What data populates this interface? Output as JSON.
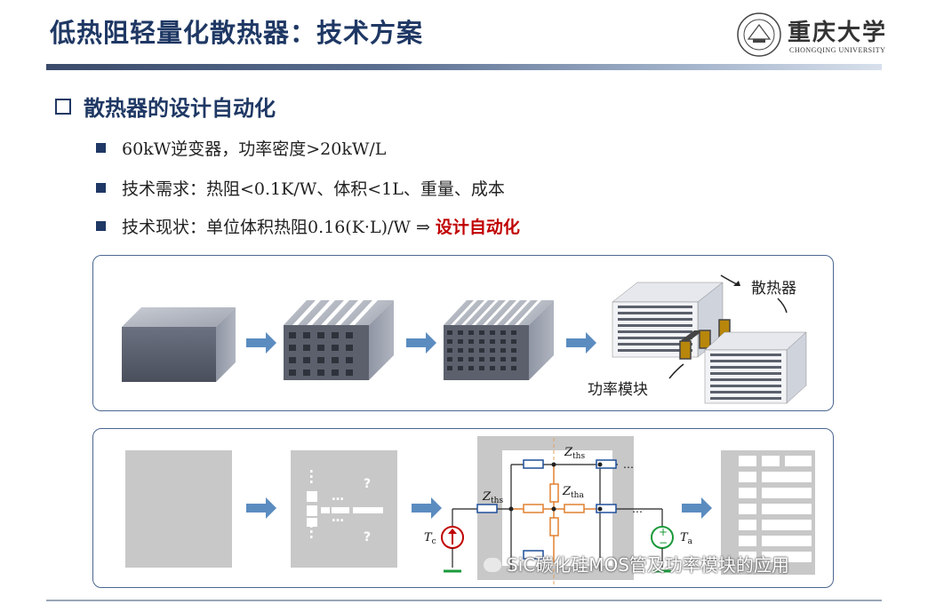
{
  "header": {
    "title": "低热阻轻量化散热器：技术方案",
    "logo_cn": "重庆大学",
    "logo_en": "CHONGQING UNIVERSITY"
  },
  "section": {
    "title": "散热器的设计自动化",
    "bullets": [
      {
        "text": "60kW逆变器，功率密度>20kW/L"
      },
      {
        "text": "技术需求：热阻<0.1K/W、体积<1L、重量、成本"
      },
      {
        "text": "技术现状：单位体积热阻0.16(K·L)/W ⇒ ",
        "highlight": "设计自动化"
      }
    ]
  },
  "panel1": {
    "label_heatsink": "散热器",
    "label_module": "功率模块"
  },
  "panel2": {
    "dots": "…",
    "question": "?",
    "z_ths": "Z",
    "z_ths_sub": "ths",
    "z_tha": "Z",
    "z_tha_sub": "tha",
    "tc": "T",
    "tc_sub": "c",
    "ta": "T",
    "ta_sub": "a",
    "plus": "+",
    "minus": "−"
  },
  "watermark": "SiC碳化硅MOS管及功率模块的应用",
  "colors": {
    "title": "#1f3864",
    "highlight": "#c00000",
    "panel_border": "#4a6790",
    "arrow": "#5b8cc0"
  }
}
